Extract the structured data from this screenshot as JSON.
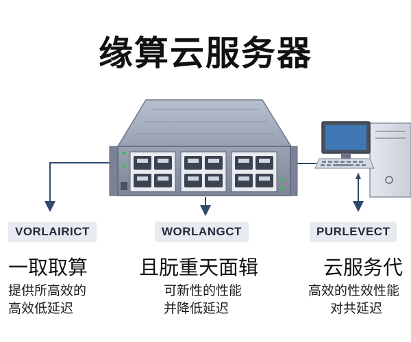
{
  "title": "缘算云服务器",
  "columns": [
    {
      "tag": "VORLAIRICT",
      "headline": "一取取算",
      "desc_line1": "提供所高效的",
      "desc_line2": "高效低延迟"
    },
    {
      "tag": "WORLANGCT",
      "headline": "且朊重天面辑",
      "desc_line1": "可新性的性能",
      "desc_line2": "并降低延迟"
    },
    {
      "tag": "PURLEVECT",
      "headline": "云服务代",
      "desc_line1": "高效的性效性能",
      "desc_line2": "对共延迟"
    }
  ],
  "colors": {
    "server_body": "#8a93a6",
    "server_top": "#a9b1c1",
    "port": "#3c4350",
    "led": "#34c24a",
    "screen": "#3f78b5",
    "connector": "#2f4a6b",
    "tag_bg": "#e7ebf0"
  },
  "icons": [
    "rack-server-icon",
    "desktop-computer-icon"
  ]
}
